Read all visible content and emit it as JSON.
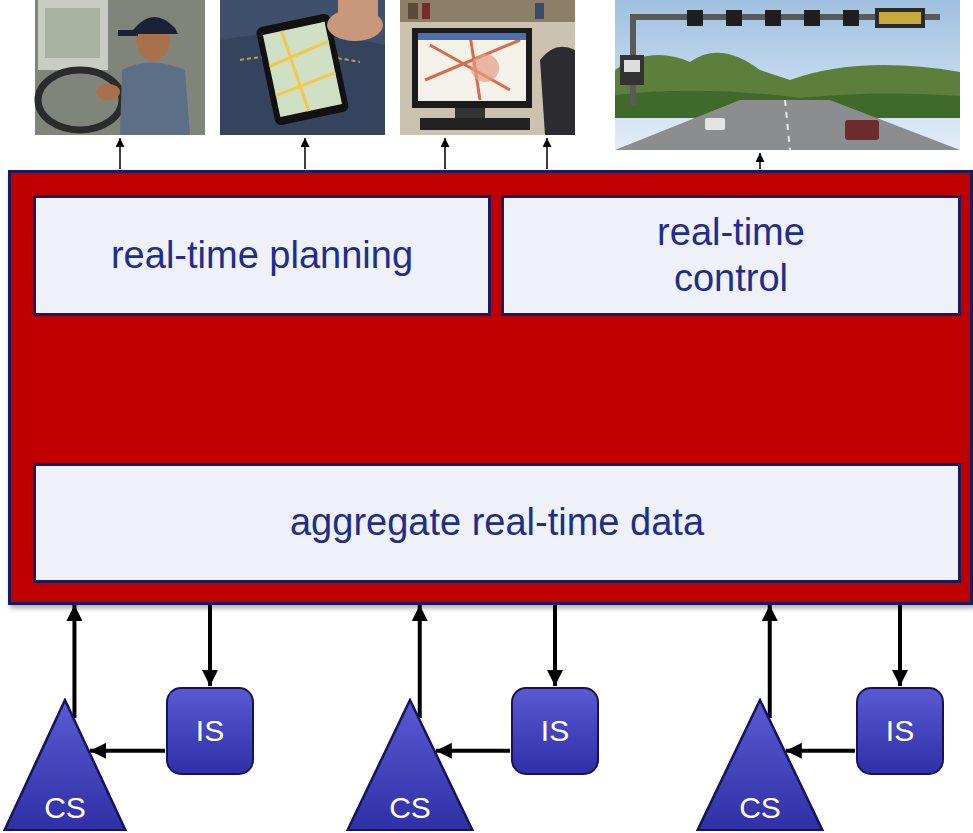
{
  "diagram": {
    "nodes": [
      {
        "text": []
      },
      {
        "text": [
          "real-time planning"
        ],
        "in": 0
      },
      {
        "text": [
          "real-time control"
        ],
        "in": 0
      },
      {
        "text": [
          "aggregate real-time data"
        ],
        "in": 0
      },
      {
        "text": [
          "CS"
        ]
      },
      {
        "text": [
          "IS"
        ]
      },
      {
        "text": [
          "CS"
        ]
      },
      {
        "text": [
          "IS"
        ]
      },
      {
        "text": [
          "CS"
        ]
      },
      {
        "text": [
          "IS"
        ]
      }
    ],
    "edges": [
      {
        "from": 4,
        "to": 0,
        "arrow": "to"
      },
      {
        "from": 0,
        "to": 5,
        "arrow": "to"
      },
      {
        "from": 5,
        "to": 4,
        "arrow": "to"
      },
      {
        "from": 6,
        "to": 0,
        "arrow": "to"
      },
      {
        "from": 0,
        "to": 7,
        "arrow": "to"
      },
      {
        "from": 7,
        "to": 6,
        "arrow": "to"
      },
      {
        "from": 8,
        "to": 0,
        "arrow": "to"
      },
      {
        "from": 0,
        "to": 9,
        "arrow": "to"
      },
      {
        "from": 9,
        "to": 8,
        "arrow": "to"
      }
    ]
  }
}
